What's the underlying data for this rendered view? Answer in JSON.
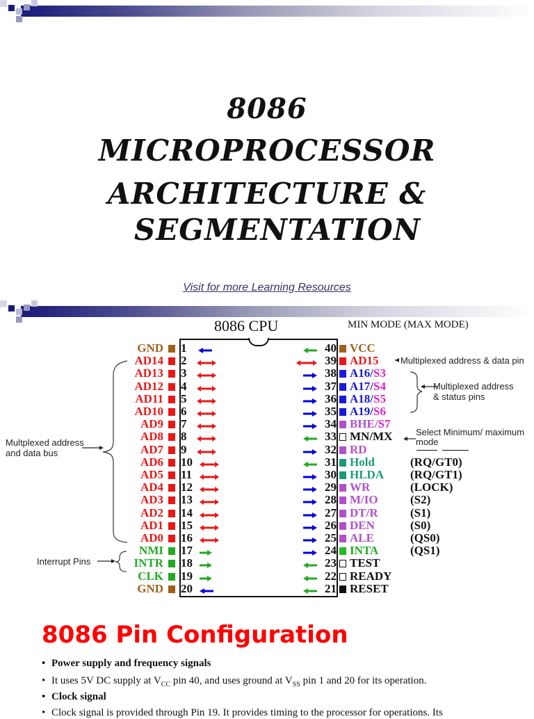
{
  "slide1": {
    "title_lines": [
      "8086",
      "MICROPROCESSOR",
      "ARCHITECTURE &",
      "SEGMENTATION"
    ],
    "link_text": "Visit for more Learning Resources"
  },
  "slide2": {
    "chip_label": "8086 CPU",
    "mode_label": "MIN MODE (MAX MODE)",
    "left_pins": [
      {
        "num": "1",
        "name": "GND",
        "color": "#a0601a",
        "arrow": "in",
        "arrow_color": "#0000dd"
      },
      {
        "num": "2",
        "name": "AD14",
        "color": "#e81818",
        "arrow": "bi",
        "arrow_color": "#e81818"
      },
      {
        "num": "3",
        "name": "AD13",
        "color": "#e81818",
        "arrow": "bi",
        "arrow_color": "#e81818"
      },
      {
        "num": "4",
        "name": "AD12",
        "color": "#e81818",
        "arrow": "bi",
        "arrow_color": "#e81818"
      },
      {
        "num": "5",
        "name": "AD11",
        "color": "#e81818",
        "arrow": "bi",
        "arrow_color": "#e81818"
      },
      {
        "num": "6",
        "name": "AD10",
        "color": "#e81818",
        "arrow": "bi",
        "arrow_color": "#e81818"
      },
      {
        "num": "7",
        "name": "AD9",
        "color": "#e81818",
        "arrow": "bi",
        "arrow_color": "#e81818"
      },
      {
        "num": "8",
        "name": "AD8",
        "color": "#e81818",
        "arrow": "bi",
        "arrow_color": "#e81818"
      },
      {
        "num": "9",
        "name": "AD7",
        "color": "#e81818",
        "arrow": "bi",
        "arrow_color": "#e81818"
      },
      {
        "num": "10",
        "name": "AD6",
        "color": "#e81818",
        "arrow": "bi",
        "arrow_color": "#e81818"
      },
      {
        "num": "11",
        "name": "AD5",
        "color": "#e81818",
        "arrow": "bi",
        "arrow_color": "#e81818"
      },
      {
        "num": "12",
        "name": "AD4",
        "color": "#e81818",
        "arrow": "bi",
        "arrow_color": "#e81818"
      },
      {
        "num": "13",
        "name": "AD3",
        "color": "#e81818",
        "arrow": "bi",
        "arrow_color": "#e81818"
      },
      {
        "num": "14",
        "name": "AD2",
        "color": "#e81818",
        "arrow": "bi",
        "arrow_color": "#e81818"
      },
      {
        "num": "15",
        "name": "AD1",
        "color": "#e81818",
        "arrow": "bi",
        "arrow_color": "#e81818"
      },
      {
        "num": "16",
        "name": "AD0",
        "color": "#e81818",
        "arrow": "bi",
        "arrow_color": "#e81818"
      },
      {
        "num": "17",
        "name": "NMI",
        "color": "#22aa22",
        "arrow": "in_r",
        "arrow_color": "#22aa22"
      },
      {
        "num": "18",
        "name": "INTR",
        "color": "#22aa22",
        "arrow": "in_r",
        "arrow_color": "#22aa22"
      },
      {
        "num": "19",
        "name": "CLK",
        "color": "#22aa22",
        "arrow": "in_r",
        "arrow_color": "#22aa22"
      },
      {
        "num": "20",
        "name": "GND",
        "color": "#a0601a",
        "arrow": "in",
        "arrow_color": "#0000dd"
      }
    ],
    "right_pins": [
      {
        "num": "40",
        "name": "VCC",
        "name2": "",
        "color": "#a0601a",
        "color2": "",
        "pad": "#a0601a",
        "arrow": "in_l",
        "arrow_color": "#22aa22",
        "alt": ""
      },
      {
        "num": "39",
        "name": "AD15",
        "name2": "",
        "color": "#e81818",
        "color2": "",
        "pad": "#e81818",
        "arrow": "bi",
        "arrow_color": "#e81818",
        "alt": ""
      },
      {
        "num": "38",
        "name": "A16/",
        "name2": "S3",
        "color": "#1a1acc",
        "color2": "#dd22cc",
        "pad": "#1a1add",
        "arrow": "out",
        "arrow_color": "#0000dd",
        "alt": ""
      },
      {
        "num": "37",
        "name": "A17/",
        "name2": "S4",
        "color": "#1a1acc",
        "color2": "#dd22cc",
        "pad": "#1a1add",
        "arrow": "out",
        "arrow_color": "#0000dd",
        "alt": ""
      },
      {
        "num": "36",
        "name": "A18/",
        "name2": "S5",
        "color": "#1a1acc",
        "color2": "#dd22cc",
        "pad": "#1a1add",
        "arrow": "out",
        "arrow_color": "#0000dd",
        "alt": ""
      },
      {
        "num": "35",
        "name": "A19/",
        "name2": "S6",
        "color": "#1a1acc",
        "color2": "#dd22cc",
        "pad": "#1a1add",
        "arrow": "out",
        "arrow_color": "#0000dd",
        "alt": ""
      },
      {
        "num": "34",
        "name": "BHE/",
        "name2": "S7",
        "color": "#b050c8",
        "color2": "#dd22cc",
        "pad": "#b050c8",
        "arrow": "out",
        "arrow_color": "#0000dd",
        "alt": ""
      },
      {
        "num": "33",
        "name": "MN/MX",
        "name2": "",
        "color": "#111111",
        "color2": "",
        "pad": "hollow",
        "arrow": "in_l",
        "arrow_color": "#22aa22",
        "alt": ""
      },
      {
        "num": "32",
        "name": "RD",
        "name2": "",
        "color": "#b050c8",
        "color2": "",
        "pad": "#b050c8",
        "arrow": "out",
        "arrow_color": "#0000dd",
        "alt": ""
      },
      {
        "num": "31",
        "name": "Hold",
        "name2": "",
        "color": "#1a9a7a",
        "color2": "",
        "pad": "#1a9a7a",
        "arrow": "in_l",
        "arrow_color": "#22aa22",
        "alt": "(RQ/GT0)"
      },
      {
        "num": "30",
        "name": "HLDA",
        "name2": "",
        "color": "#1a9a7a",
        "color2": "",
        "pad": "#1a9a7a",
        "arrow": "out",
        "arrow_color": "#0000dd",
        "alt": "(RQ/GT1)"
      },
      {
        "num": "29",
        "name": "WR",
        "name2": "",
        "color": "#b050c8",
        "color2": "",
        "pad": "#b050c8",
        "arrow": "out",
        "arrow_color": "#0000dd",
        "alt": "(LOCK)"
      },
      {
        "num": "28",
        "name": "M/IO",
        "name2": "",
        "color": "#b050c8",
        "color2": "",
        "pad": "#b050c8",
        "arrow": "out",
        "arrow_color": "#0000dd",
        "alt": "(S2)"
      },
      {
        "num": "27",
        "name": "DT/R",
        "name2": "",
        "color": "#b050c8",
        "color2": "",
        "pad": "#b050c8",
        "arrow": "out",
        "arrow_color": "#0000dd",
        "alt": "(S1)"
      },
      {
        "num": "26",
        "name": "DEN",
        "name2": "",
        "color": "#b050c8",
        "color2": "",
        "pad": "#b050c8",
        "arrow": "out",
        "arrow_color": "#0000dd",
        "alt": "(S0)"
      },
      {
        "num": "25",
        "name": "ALE",
        "name2": "",
        "color": "#b050c8",
        "color2": "",
        "pad": "#b050c8",
        "arrow": "out",
        "arrow_color": "#0000dd",
        "alt": "(QS0)"
      },
      {
        "num": "24",
        "name": "INTA",
        "name2": "",
        "color": "#22aa22",
        "color2": "",
        "pad": "#22bb22",
        "arrow": "out",
        "arrow_color": "#0000dd",
        "alt": "(QS1)"
      },
      {
        "num": "23",
        "name": "TEST",
        "name2": "",
        "color": "#111111",
        "color2": "",
        "pad": "hollow",
        "arrow": "in_l",
        "arrow_color": "#22aa22",
        "alt": ""
      },
      {
        "num": "22",
        "name": "READY",
        "name2": "",
        "color": "#111111",
        "color2": "",
        "pad": "hollow",
        "arrow": "in_l",
        "arrow_color": "#22aa22",
        "alt": ""
      },
      {
        "num": "21",
        "name": "RESET",
        "name2": "",
        "color": "#111111",
        "color2": "",
        "pad": "#111111",
        "arrow": "in_l",
        "arrow_color": "#22aa22",
        "alt": ""
      }
    ],
    "notes": {
      "ad15": "Multiplexed address & data pin",
      "status_1": "Multiplexed address",
      "status_2": "& status pins",
      "mnmx_1": "Select Minimum/ maximum",
      "mnmx_2": "mode",
      "bus_1": "Multplexed address",
      "bus_2": "and data bus",
      "interrupt": "Interrupt Pins"
    }
  },
  "slide3": {
    "heading": "8086 Pin Configuration",
    "bullets": [
      {
        "text": "Power supply and frequency signals",
        "bold": true
      },
      {
        "pre": "It uses 5V DC supply at V",
        "sub1": "CC",
        "mid": " pin 40, and uses ground at V",
        "sub2": "SS",
        "post": " pin 1 and 20 for its operation."
      },
      {
        "text": "Clock signal",
        "bold": true
      },
      {
        "text": "Clock signal is provided through Pin 19. It provides timing to the processor for operations. Its"
      }
    ]
  },
  "colors": {
    "heading_red": "#ff0000",
    "header_bar_dark": "#1a1a7a"
  }
}
